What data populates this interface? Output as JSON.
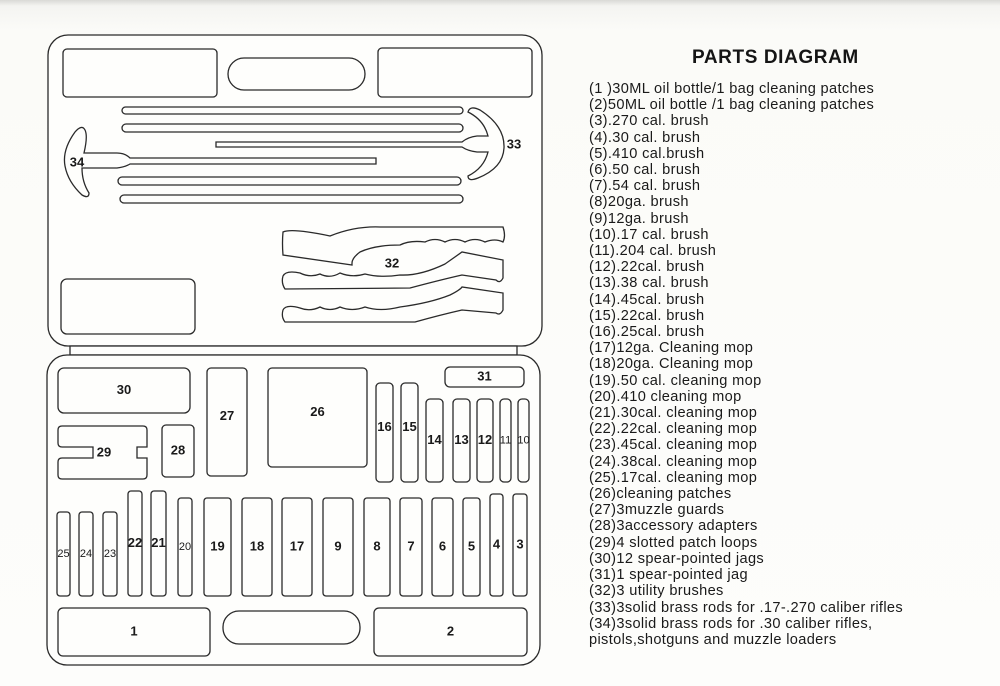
{
  "title": "PARTS DIAGRAM",
  "parts_list": [
    "(1 )30ML oil bottle/1 bag cleaning patches",
    "(2)50ML oil bottle /1 bag cleaning patches",
    "(3).270 cal. brush",
    "(4).30 cal. brush",
    "(5).410 cal.brush",
    "(6).50 cal. brush",
    "(7).54 cal. brush",
    "(8)20ga. brush",
    "(9)12ga. brush",
    "(10).17 cal. brush",
    "(11).204 cal. brush",
    "(12).22cal. brush",
    "(13).38 cal. brush",
    "(14).45cal. brush",
    "(15).22cal. brush",
    "(16).25cal. brush",
    "(17)12ga. Cleaning mop",
    "(18)20ga. Cleaning mop",
    "(19).50 cal. cleaning mop",
    "(20).410 cleaning mop",
    "(21).30cal. cleaning mop",
    "(22).22cal. cleaning mop",
    "(23).45cal. cleaning mop",
    "(24).38cal. cleaning mop",
    "(25).17cal. cleaning mop",
    "(26)cleaning patches",
    "(27)3muzzle guards",
    "(28)3accessory adapters",
    "(29)4 slotted patch loops",
    "(30)12 spear-pointed jags",
    "(31)1 spear-pointed jag",
    "(32)3 utility brushes",
    "(33)3solid brass rods for .17-.270 caliber rifles",
    "(34)3solid brass rods for .30 caliber rifles,"
  ],
  "parts_list_continuation": "pistols,shotguns and muzzle loaders",
  "diagram": {
    "labels": {
      "1": "1",
      "2": "2",
      "3": "3",
      "4": "4",
      "5": "5",
      "6": "6",
      "7": "7",
      "8": "8",
      "9": "9",
      "10": "10",
      "11": "11",
      "12": "12",
      "13": "13",
      "14": "14",
      "15": "15",
      "16": "16",
      "17": "17",
      "18": "18",
      "19": "19",
      "20": "20",
      "21": "21",
      "22": "22",
      "23": "23",
      "24": "24",
      "25": "25",
      "26": "26",
      "27": "27",
      "28": "28",
      "29": "29",
      "30": "30",
      "31": "31",
      "32": "32",
      "33": "33",
      "34": "34"
    }
  }
}
